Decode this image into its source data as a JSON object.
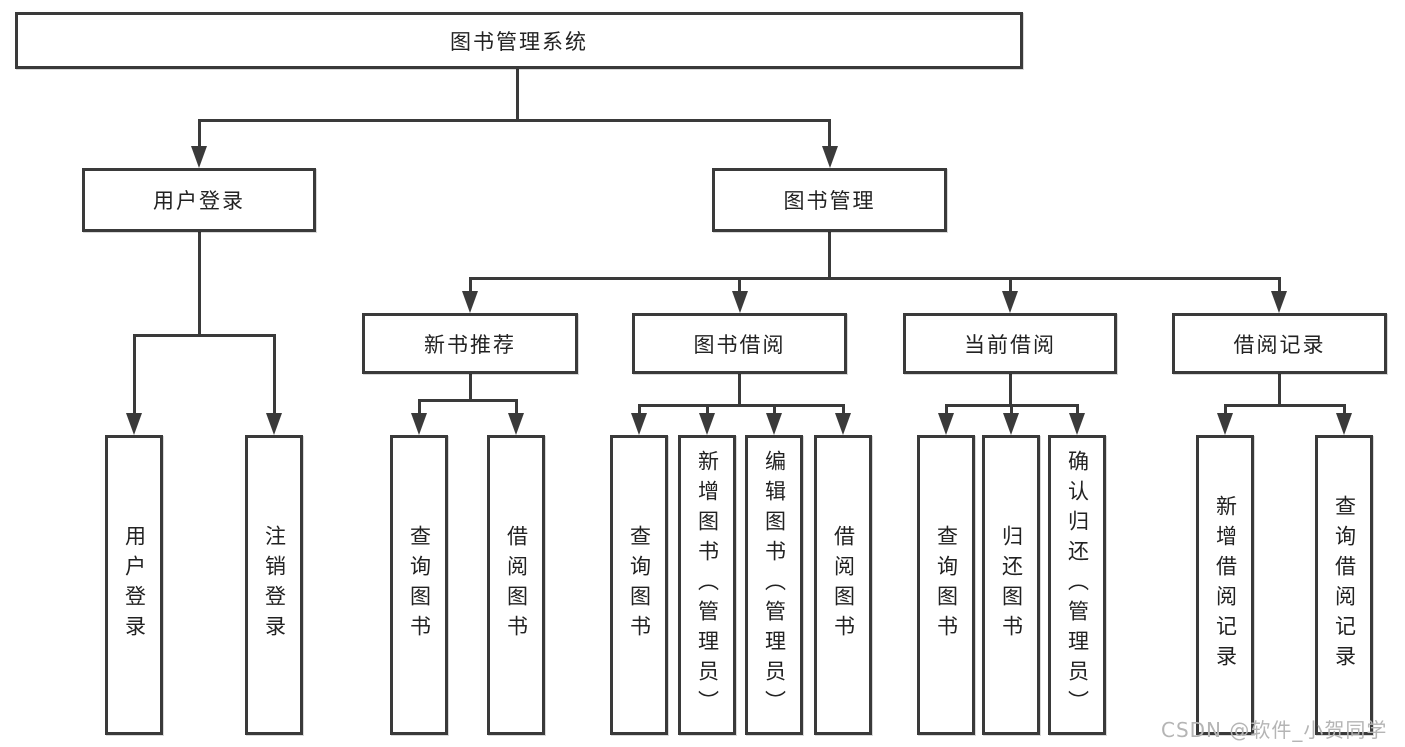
{
  "tree": {
    "label": "图书管理系统",
    "children": [
      {
        "label": "用户登录",
        "children": [
          {
            "label": "用户登录"
          },
          {
            "label": "注销登录"
          }
        ]
      },
      {
        "label": "图书管理",
        "children": [
          {
            "label": "新书推荐",
            "children": [
              {
                "label": "查询图书"
              },
              {
                "label": "借阅图书"
              }
            ]
          },
          {
            "label": "图书借阅",
            "children": [
              {
                "label": "查询图书"
              },
              {
                "label": "新增图书（管理员）"
              },
              {
                "label": "编辑图书（管理员）"
              },
              {
                "label": "借阅图书"
              }
            ]
          },
          {
            "label": "当前借阅",
            "children": [
              {
                "label": "查询图书"
              },
              {
                "label": "归还图书"
              },
              {
                "label": "确认归还（管理员）"
              }
            ]
          },
          {
            "label": "借阅记录",
            "children": [
              {
                "label": "新增借阅记录"
              },
              {
                "label": "查询借阅记录"
              }
            ]
          }
        ]
      }
    ]
  },
  "watermark": {
    "text": "CSDN @软件_小贺同学"
  },
  "colors": {
    "line": "#3a3a3a",
    "text": "#222222",
    "background": "#ffffff",
    "watermark": "#b5b5b5"
  }
}
